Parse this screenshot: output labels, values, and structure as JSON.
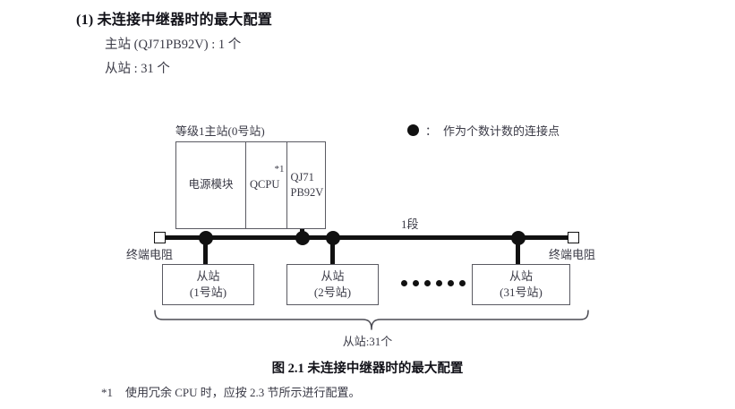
{
  "heading": {
    "number": "(1)",
    "title": "未连接中继器时的最大配置",
    "line1": "主站 (QJ71PB92V) : 1 个",
    "line2": "从站 : 31 个"
  },
  "legend": {
    "symbol": "filled-circle",
    "separator": "：",
    "text": "作为个数计数的连接点"
  },
  "diagram": {
    "rack_label": "等级1主站(0号站)",
    "modules": [
      {
        "name": "电源模块"
      },
      {
        "name": "QCPU",
        "footnote_mark": "*1"
      },
      {
        "name_line1": "QJ71",
        "name_line2": "PB92V"
      }
    ],
    "segment_label": "1段",
    "terminator_left": "终端电阻",
    "terminator_right": "终端电阻",
    "slaves": [
      {
        "title": "从站",
        "station": "(1号站)"
      },
      {
        "title": "从站",
        "station": "(2号站)"
      },
      {
        "title": "从站",
        "station": "(31号站)"
      }
    ],
    "ellipsis_count": 6,
    "brace_label": "从站:31个"
  },
  "caption": "图 2.1  未连接中继器时的最大配置",
  "footnote": {
    "mark": "*1",
    "text": "使用冗余 CPU 时，应按 2.3 节所示进行配置。"
  },
  "colors": {
    "ink": "#111111",
    "text": "#3a3a46",
    "box_border": "#5a5a62",
    "background": "#ffffff"
  }
}
